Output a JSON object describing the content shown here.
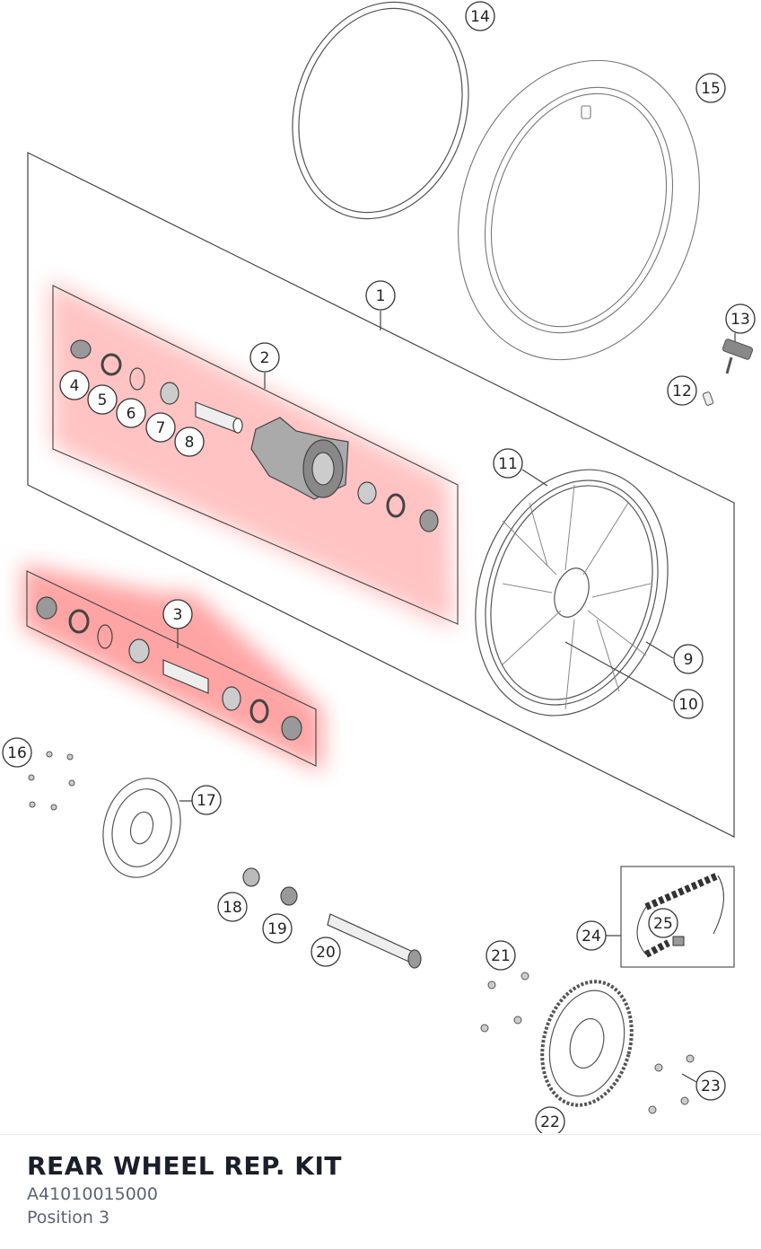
{
  "colors": {
    "highlight": "#ff7a7a",
    "line": "#555555",
    "footer_text": "#5b6473",
    "title": "#1b1f2b"
  },
  "diagram": {
    "callouts": [
      {
        "n": "1"
      },
      {
        "n": "2"
      },
      {
        "n": "3"
      },
      {
        "n": "4"
      },
      {
        "n": "5"
      },
      {
        "n": "6"
      },
      {
        "n": "7"
      },
      {
        "n": "8"
      },
      {
        "n": "9"
      },
      {
        "n": "10"
      },
      {
        "n": "11"
      },
      {
        "n": "12"
      },
      {
        "n": "13"
      },
      {
        "n": "14"
      },
      {
        "n": "15"
      },
      {
        "n": "16"
      },
      {
        "n": "17"
      },
      {
        "n": "18"
      },
      {
        "n": "19"
      },
      {
        "n": "20"
      },
      {
        "n": "21"
      },
      {
        "n": "22"
      },
      {
        "n": "23"
      },
      {
        "n": "24"
      },
      {
        "n": "25"
      }
    ]
  },
  "part": {
    "name": "REAR WHEEL REP. KIT",
    "number": "A41010015000",
    "position": "Position 3"
  }
}
